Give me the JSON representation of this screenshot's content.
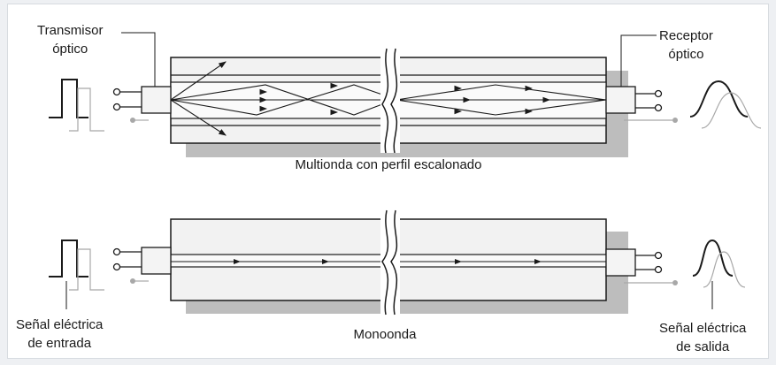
{
  "labels": {
    "transmitter_line1": "Transmisor",
    "transmitter_line2": "óptico",
    "receiver_line1": "Receptor",
    "receiver_line2": "óptico",
    "multimode_caption": "Multionda con perfil escalonado",
    "singlemode_caption": "Monoonda",
    "input_signal_line1": "Señal eléctrica",
    "input_signal_line2": "de entrada",
    "output_signal_line1": "Señal eléctrica",
    "output_signal_line2": "de salida"
  },
  "colors": {
    "fiber_fill": "#f2f2f2",
    "fiber_shadow": "#bdbdbd",
    "core_fill": "#fafafa",
    "ink": "#1a1a1a",
    "ghost": "#a8a8a8"
  }
}
